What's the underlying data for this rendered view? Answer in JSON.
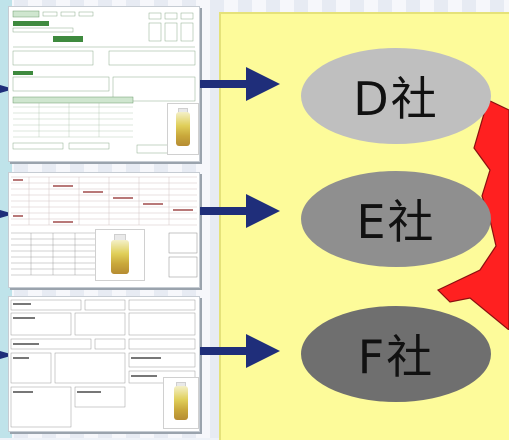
{
  "companies": [
    {
      "id": "d",
      "label": "D社"
    },
    {
      "id": "e",
      "label": "E社"
    },
    {
      "id": "f",
      "label": "F社"
    }
  ],
  "colors": {
    "arrow": "#1f2e7a",
    "yellow_panel": "#fdfb9a",
    "red_connector": "#ff2020",
    "ellipse_d": "#bfbfbf",
    "ellipse_e": "#8f8f8f",
    "ellipse_f": "#6f6f6f"
  }
}
